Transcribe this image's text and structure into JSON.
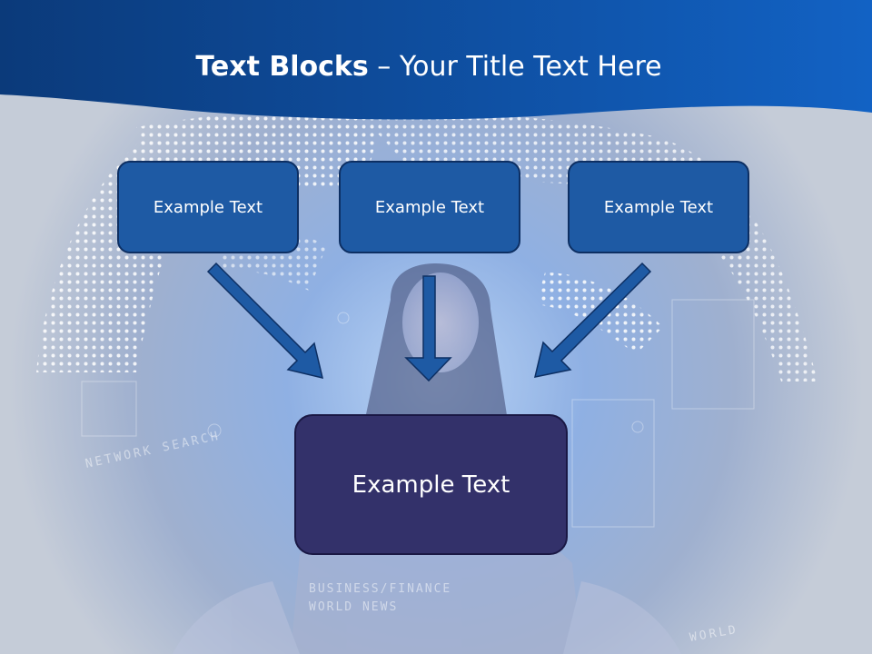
{
  "slide": {
    "title_bold": "Text Blocks",
    "title_dash": " – ",
    "title_rest": "Your Title Text Here",
    "boxes": [
      {
        "label": "Example Text"
      },
      {
        "label": "Example Text"
      },
      {
        "label": "Example Text"
      }
    ],
    "center_box": {
      "label": "Example Text"
    }
  },
  "background_text": {
    "search": "NETWORK SEARCH",
    "business": "BUSINESS/FINANCE",
    "news": "WORLD NEWS",
    "world": "WORLD"
  },
  "colors": {
    "header_blue": "#0b3e82",
    "box_blue": "#1e5aa4",
    "center_box": "#33316a",
    "arrow": "#1e5aa4",
    "arrow_outline": "#0d2f63"
  }
}
